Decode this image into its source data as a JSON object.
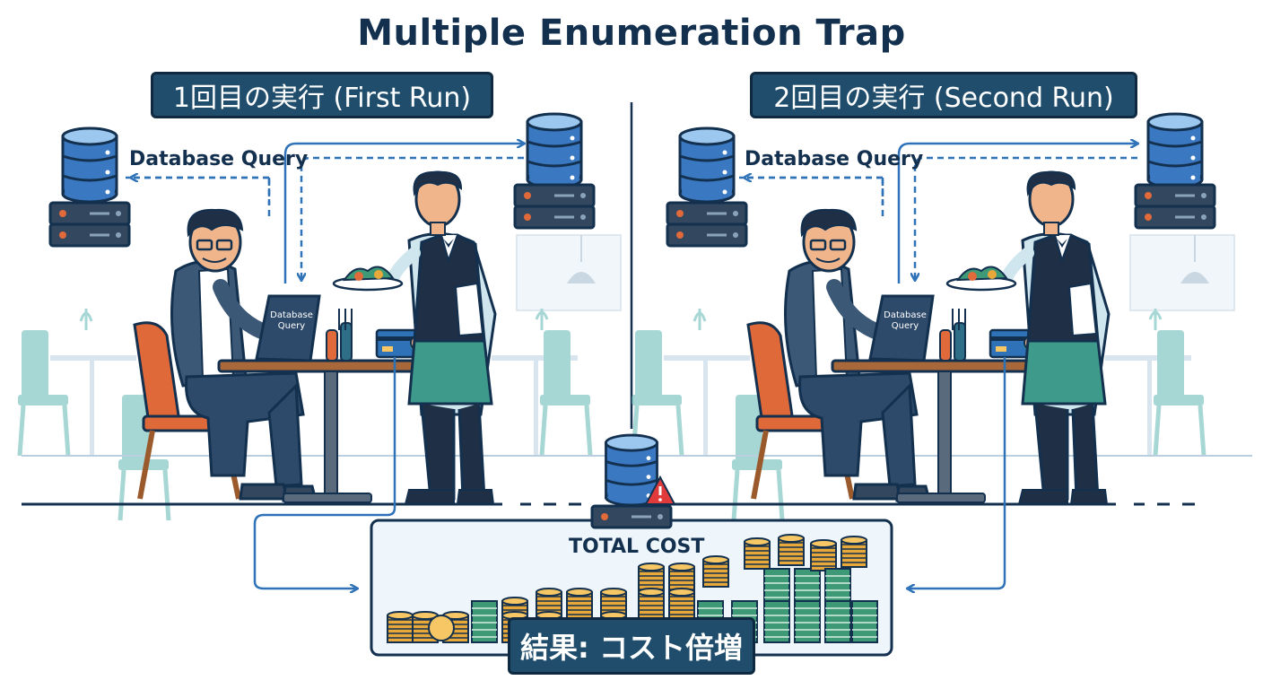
{
  "title": "Multiple Enumeration Trap",
  "runs": [
    {
      "banner": "1回目の実行 (First Run)",
      "query_label": "Database Query",
      "tablet_line1": "Database",
      "tablet_line2": "Query"
    },
    {
      "banner": "2回目の実行 (Second Run)",
      "query_label": "Database Query",
      "tablet_line1": "Database",
      "tablet_line2": "Query"
    }
  ],
  "total_cost_label": "TOTAL COST",
  "result_label": "結果: コスト倍増",
  "colors": {
    "navy": "#1f4d6b",
    "outline": "#13304f",
    "arrow": "#2f72b8",
    "teal": "#5fb6b2",
    "coin": "#e9a83a",
    "bill": "#3e9a76",
    "chair": "#e0693a",
    "warning": "#e03a3a"
  },
  "icons": [
    "database-icon",
    "server-icon",
    "warning-icon",
    "credit-card-icon",
    "tablet-icon",
    "coin-stack-icon",
    "money-bill-icon"
  ]
}
